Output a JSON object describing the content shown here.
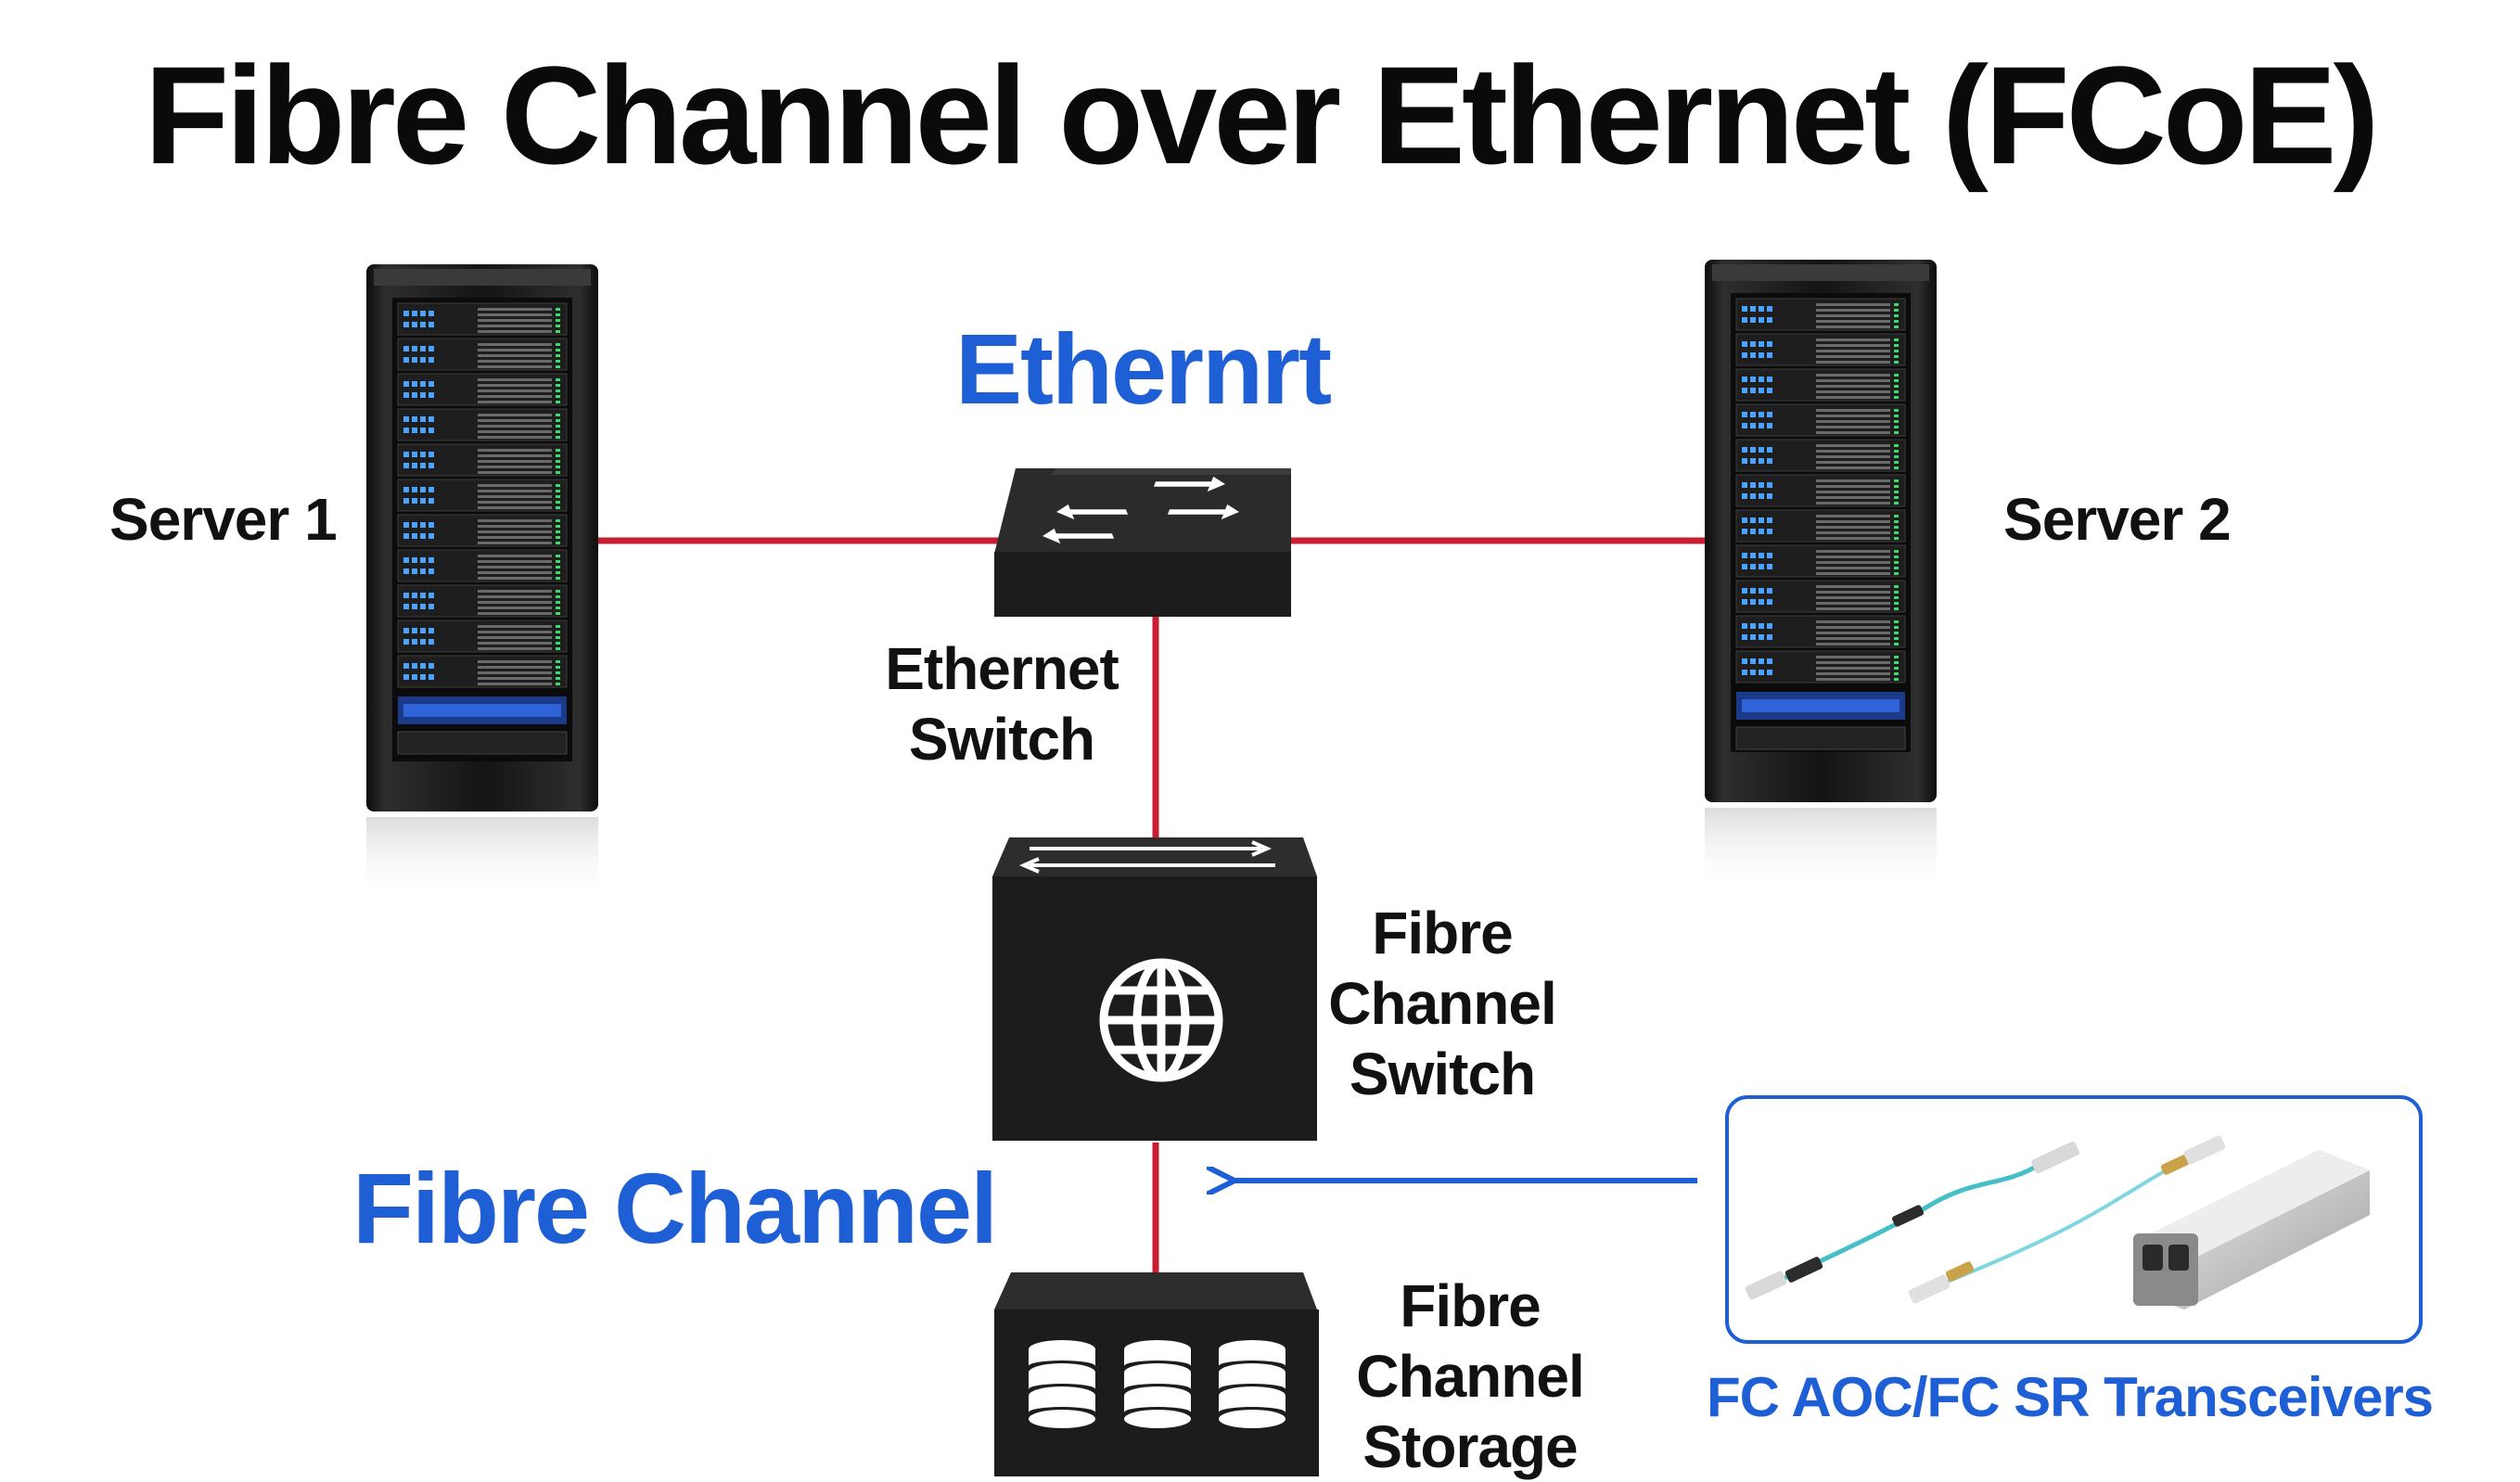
{
  "title": "Fibre Channel over Ethernet (FCoE)",
  "colors": {
    "link": "#c81e32",
    "accent_blue": "#1f5fd6",
    "device": "#1c1c1c",
    "text": "#111111"
  },
  "network_labels": {
    "ethernet": "Ethernrt",
    "fibre_channel": "Fibre Channel"
  },
  "devices": {
    "server1": {
      "label": "Server 1",
      "icon": "server-rack-icon"
    },
    "server2": {
      "label": "Server 2",
      "icon": "server-rack-icon"
    },
    "ethernet_switch": {
      "label_lines": [
        "Ethernet",
        "Switch"
      ],
      "icon": "switch-arrows-icon"
    },
    "fc_switch": {
      "label_lines": [
        "Fibre",
        "Channel",
        "Switch"
      ],
      "icon": "globe-icon"
    },
    "fc_storage": {
      "label_lines": [
        "Fibre",
        "Channel",
        "Storage"
      ],
      "icon": "database-icon"
    }
  },
  "callout": {
    "caption": "FC AOC/FC SR Transceivers",
    "items": [
      "aoc-cable-icon",
      "aoc-cable-icon",
      "sfp-transceiver-icon"
    ]
  }
}
